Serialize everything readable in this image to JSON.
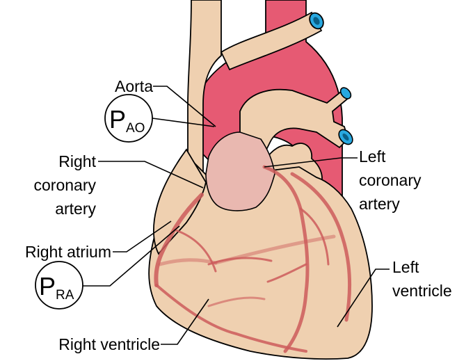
{
  "labels": {
    "aorta": "Aorta",
    "right_coronary_artery": [
      "Right",
      "coronary",
      "artery"
    ],
    "right_atrium": "Right atrium",
    "right_ventricle": "Right ventricle",
    "left_coronary_artery": [
      "Left",
      "coronary",
      "artery"
    ],
    "left_ventricle": [
      "Left",
      "ventricle"
    ]
  },
  "pressure_badges": {
    "aortic": {
      "symbol": "P",
      "subscript": "AO"
    },
    "right_atrial": {
      "symbol": "P",
      "subscript": "RA"
    }
  },
  "colors": {
    "muscle": "#efd0b0",
    "aorta": "#e65a73",
    "atrium": "#e9b8b0",
    "coronary": "#cd5c5c",
    "vessel_lumen": "#28a8e0"
  }
}
